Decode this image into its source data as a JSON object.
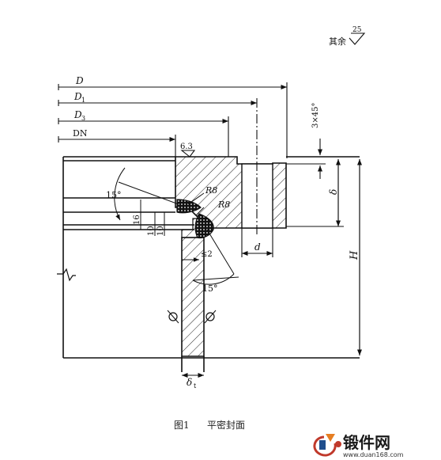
{
  "roughness_note": {
    "prefix": "其余",
    "value": "25"
  },
  "dimensions": {
    "D": "D",
    "D1": "D",
    "D1_sub": "1",
    "D3": "D",
    "D3_sub": "3",
    "DN": "DN",
    "chamfer": "3×45°",
    "delta": "δ",
    "H": "H",
    "d": "d",
    "delta_t": "δ",
    "delta_t_sub": "t",
    "surface_finish": "6.3",
    "R8_a": "R8",
    "R8_b": "R8",
    "angle_a": "15°",
    "angle_b": "15°",
    "dim_16": "16",
    "dim_10a": "10",
    "dim_10b": "10",
    "le2": "≤2"
  },
  "caption": {
    "label": "图1",
    "title": "平密封面"
  },
  "watermark": {
    "name": "锻件网",
    "url": "www.duan168.com"
  }
}
